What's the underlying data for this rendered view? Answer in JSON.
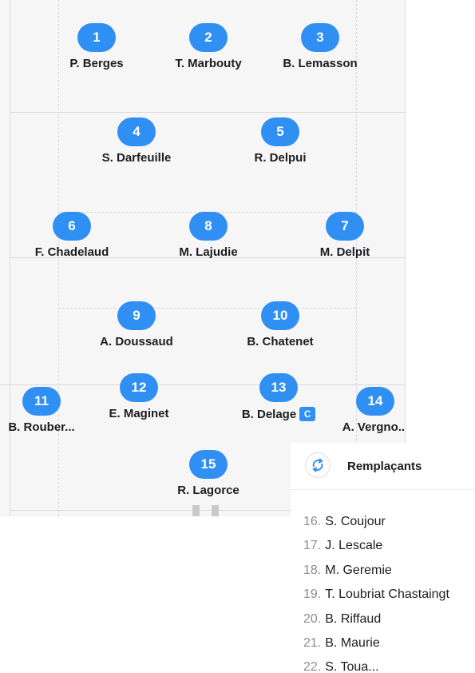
{
  "lineup": {
    "players": [
      {
        "number": "1",
        "name": "P. Berges"
      },
      {
        "number": "2",
        "name": "T. Marbouty"
      },
      {
        "number": "3",
        "name": "B. Lemasson"
      },
      {
        "number": "4",
        "name": "S. Darfeuille"
      },
      {
        "number": "5",
        "name": "R. Delpui"
      },
      {
        "number": "6",
        "name": "F. Chadelaud"
      },
      {
        "number": "8",
        "name": "M. Lajudie"
      },
      {
        "number": "7",
        "name": "M. Delpit"
      },
      {
        "number": "9",
        "name": "A. Doussaud"
      },
      {
        "number": "10",
        "name": "B. Chatenet"
      },
      {
        "number": "11",
        "name": "B. Rouber..."
      },
      {
        "number": "12",
        "name": "E. Maginet"
      },
      {
        "number": "13",
        "name": "B. Delage",
        "captain_label": "C"
      },
      {
        "number": "14",
        "name": "A. Vergno..."
      },
      {
        "number": "15",
        "name": "R. Lagorce"
      }
    ]
  },
  "substitutes": {
    "title": "Remplaçants",
    "icon": "swap-arrows-icon",
    "items": [
      {
        "number": "16.",
        "name": "S. Coujour"
      },
      {
        "number": "17.",
        "name": "J. Lescale"
      },
      {
        "number": "18.",
        "name": "M. Geremie"
      },
      {
        "number": "19.",
        "name": "T. Loubriat Chastaingt"
      },
      {
        "number": "20.",
        "name": "B. Riffaud"
      },
      {
        "number": "21.",
        "name": "B. Maurie"
      },
      {
        "number": "22.",
        "name": "S. Toua..."
      }
    ]
  },
  "colors": {
    "accent": "#2f8ff3",
    "pitch": "#f6f6f7"
  }
}
